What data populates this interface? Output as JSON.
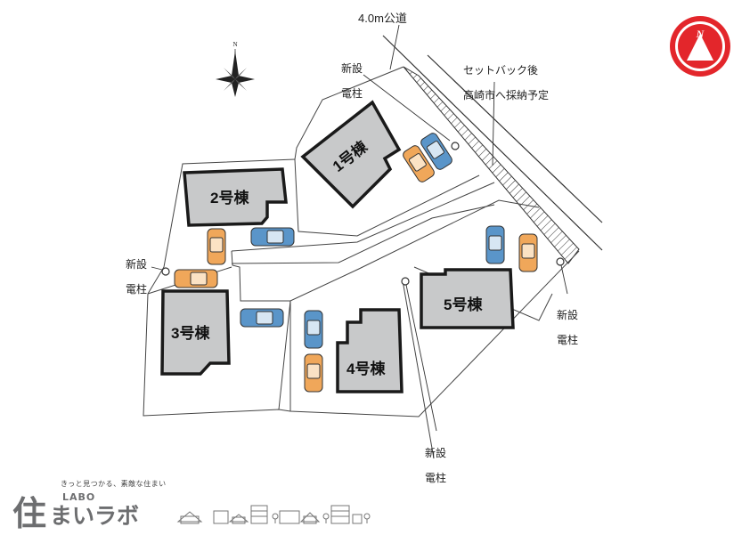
{
  "road": {
    "label": "4.0m公道"
  },
  "setback_note": {
    "line1": "セットバック後",
    "line2": "高崎市へ採納予定"
  },
  "poles": [
    {
      "line1": "新設",
      "line2": "電柱"
    },
    {
      "line1": "新設",
      "line2": "電柱"
    },
    {
      "line1": "新設",
      "line2": "電柱"
    },
    {
      "line1": "新設",
      "line2": "電柱"
    }
  ],
  "houses": [
    {
      "label": "1号棟"
    },
    {
      "label": "2号棟"
    },
    {
      "label": "3号棟"
    },
    {
      "label": "4号棟"
    },
    {
      "label": "5号棟"
    }
  ],
  "north": {
    "badge_letter": "N",
    "compass_letter": "N"
  },
  "logo": {
    "tagline": "きっと見つかる、素敵な住まい",
    "main_char1": "住",
    "labo": "LABO",
    "main_rest": "まいラボ"
  },
  "colors": {
    "building_fill": "#c8c9ca",
    "building_stroke": "#1a1a1a",
    "car_blue": "#5a95c9",
    "car_orange": "#f0a75a",
    "north_red": "#e3262b"
  }
}
